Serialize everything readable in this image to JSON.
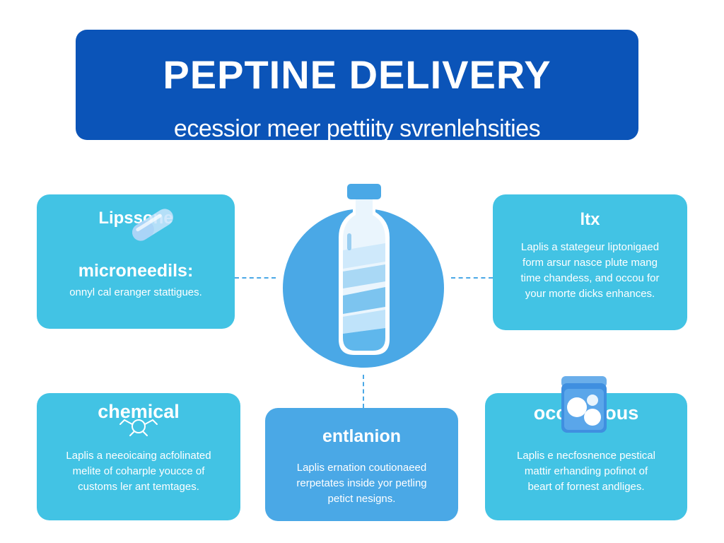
{
  "header": {
    "title": "PEPTINE DELIVERY",
    "subtitle": "ecessior meer pettiity svrenlehsities"
  },
  "cards": {
    "lipsome": {
      "label": "Lipssone",
      "heading": "microneedils:",
      "body": "onnyl cal eranger stattigues."
    },
    "ltx": {
      "title": "ltx",
      "body_lines": [
        "Laplis a stategeur liptonigaed",
        "form arsur nasce plute mang",
        "time chandess, and occou for",
        "your morte dicks enhances."
      ]
    },
    "chemical": {
      "title": "chemical",
      "body_lines": [
        "Laplis a neeoicaing acfolinated",
        "melite of coharple youcce of",
        "customs ler ant temtages."
      ]
    },
    "entlanion": {
      "title": "entlanion",
      "body_lines": [
        "Laplis ernation coutionaeed",
        "rerpetates inside yor petling",
        "petict nesigns."
      ]
    },
    "occlusive": {
      "title": "occlulsious",
      "body_lines": [
        "Laplis e necfosnence pestical",
        "mattir erhanding pofinot of",
        "beart of fornest andliges."
      ]
    }
  },
  "colors": {
    "banner": "#0b54b8",
    "card_light": "#42c3e4",
    "card_mid": "#4aa8e6",
    "hub": "#4aa8e6",
    "bottle_stroke": "#ffffff"
  },
  "icons": {
    "lipsome": "capsule-icon",
    "center": "bottle-icon",
    "chemical": "molecule-icon",
    "occlusive": "jar-icon"
  }
}
